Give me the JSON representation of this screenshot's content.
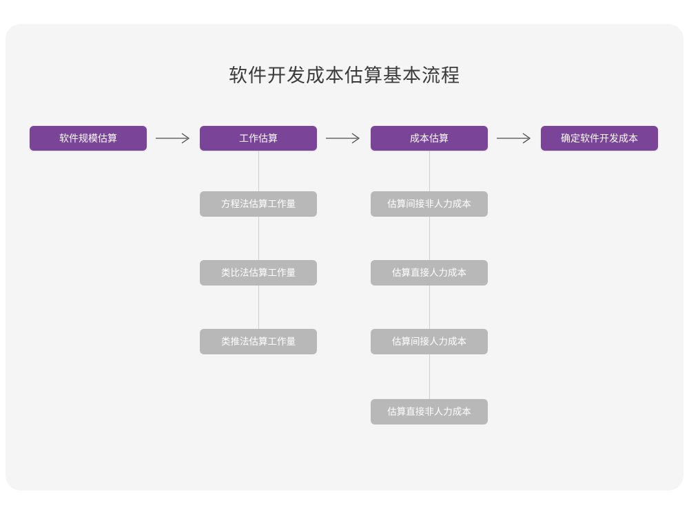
{
  "page": {
    "background_color": "#ffffff",
    "card_color": "#f5f5f5"
  },
  "chart_data": {
    "type": "diagram",
    "title": "软件开发成本估算基本流程",
    "colors": {
      "stage": "#7a4499",
      "stage_text": "#ffffff",
      "sub": "#b8b8b8",
      "sub_text": "#ffffff",
      "connector": "#cfcfcf",
      "arrow": "#4a4a4a",
      "title_text": "#3a3a3a"
    },
    "stages": [
      {
        "id": "stage-0",
        "label": "软件规模估算",
        "children": []
      },
      {
        "id": "stage-1",
        "label": "工作估算",
        "children": [
          "方程法估算工作量",
          "类比法估算工作量",
          "类推法估算工作量"
        ]
      },
      {
        "id": "stage-2",
        "label": "成本估算",
        "children": [
          "估算间接非人力成本",
          "估算直接人力成本",
          "估算间接人力成本",
          "估算直接非人力成本"
        ]
      },
      {
        "id": "stage-3",
        "label": "确定软件开发成本",
        "children": []
      }
    ],
    "arrows": [
      {
        "id": "arrow-0",
        "from": "软件规模估算",
        "to": "工作估算",
        "glyph": "→"
      },
      {
        "id": "arrow-1",
        "from": "工作估算",
        "to": "成本估算",
        "glyph": "→"
      },
      {
        "id": "arrow-2",
        "from": "成本估算",
        "to": "确定软件开发成本",
        "glyph": "→"
      }
    ]
  }
}
